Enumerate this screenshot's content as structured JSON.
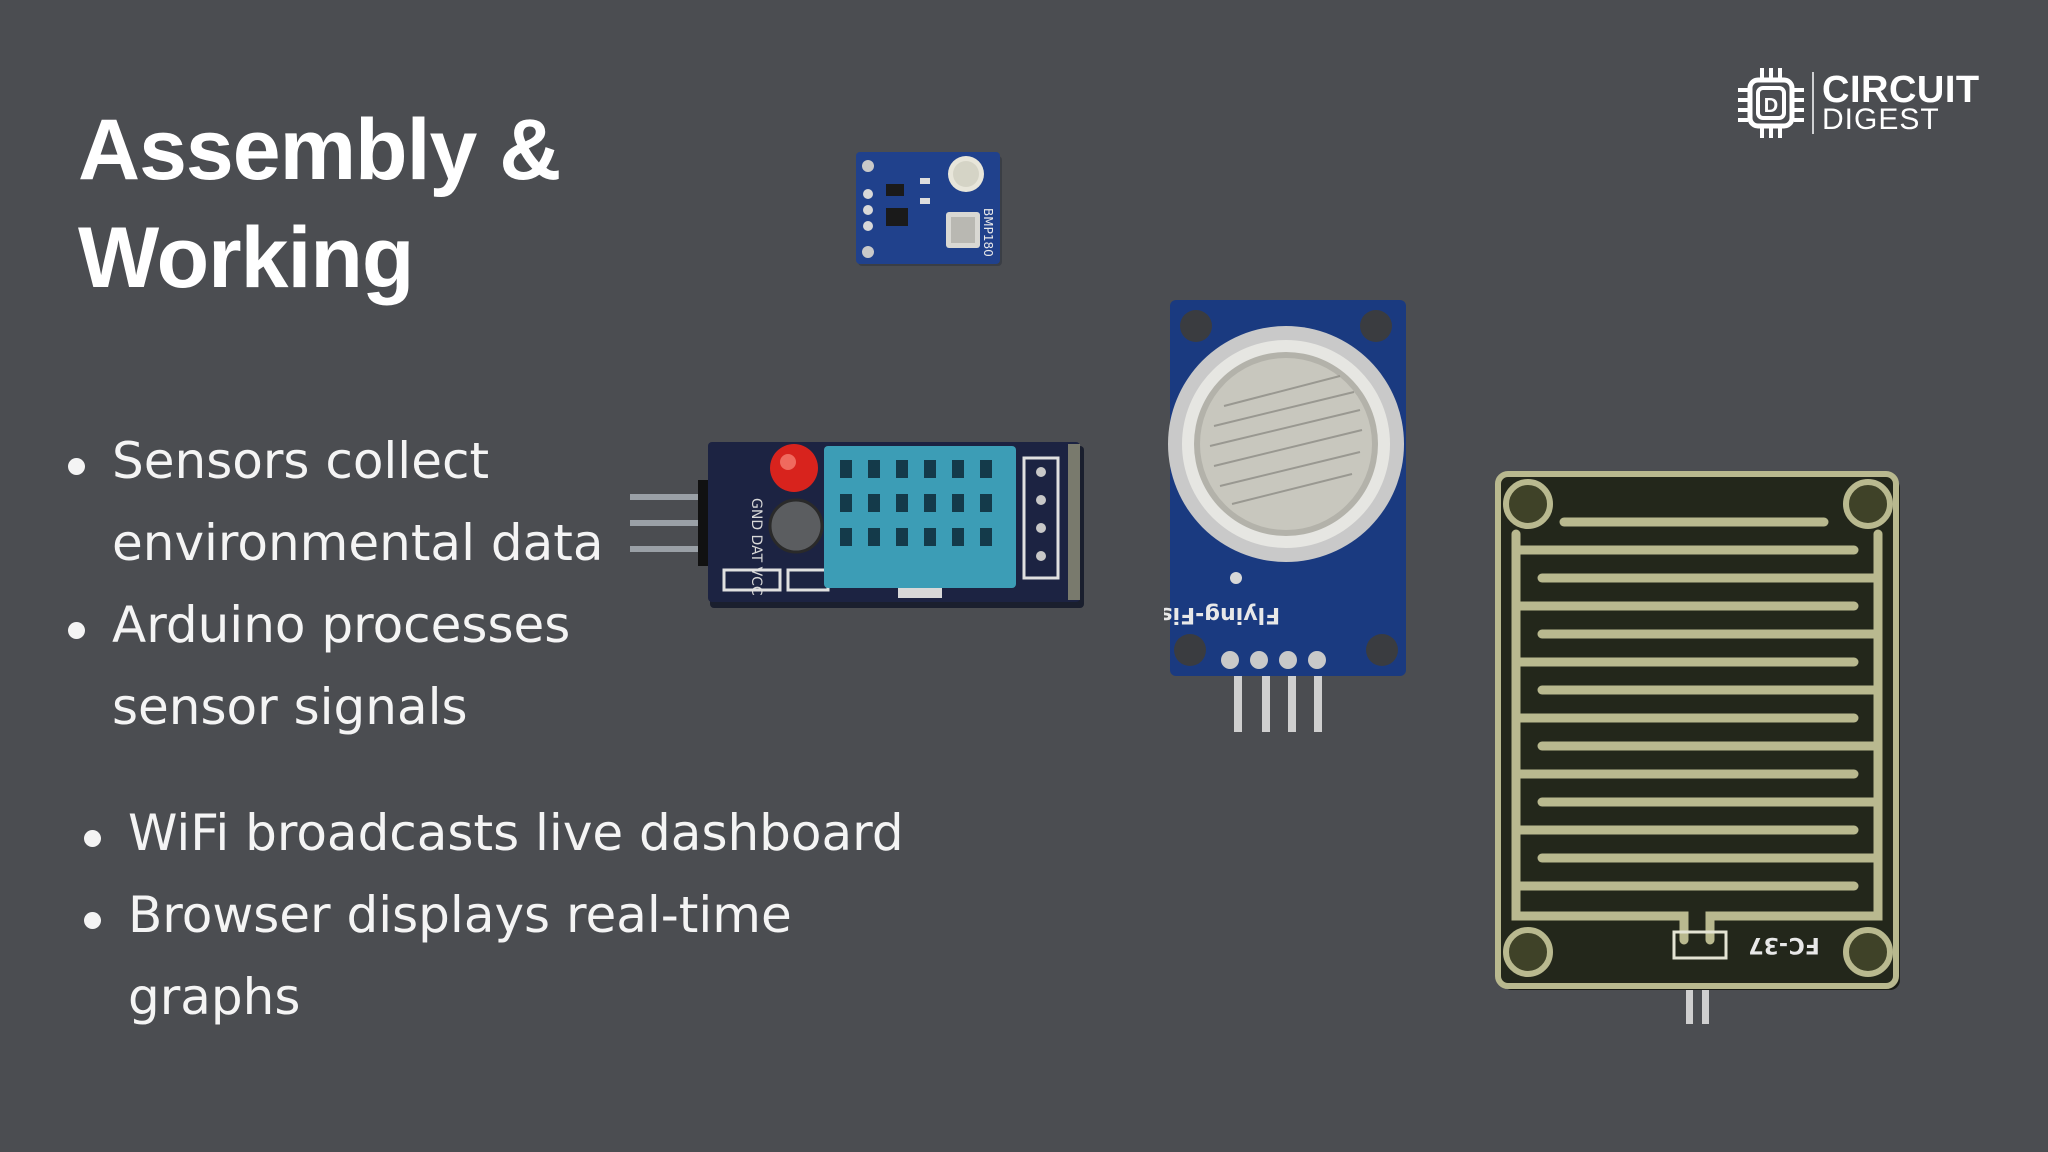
{
  "slide": {
    "title_lines": [
      "Assembly &",
      "Working"
    ],
    "bullets_group1": [
      "Sensors collect environmental data",
      "Arduino processes sensor signals"
    ],
    "bullets_group2": [
      "WiFi broadcasts live dashboard",
      "Browser displays real-time graphs"
    ]
  },
  "logo": {
    "line1": "CIRCUIT",
    "line2": "DIGEST",
    "icon": "chip-icon"
  },
  "components": {
    "gas_sensor_label": "Flying-Fish",
    "rain_sensor_label": "FC-37",
    "pressure_sensor_label": "BMP180"
  },
  "colors": {
    "background": "#4b4d51",
    "text": "#ffffff",
    "pcb_blue": "#1a3f8f",
    "dht_body": "#3d9db5",
    "rain_board": "#23271b",
    "rain_trace": "#b9b98f"
  }
}
